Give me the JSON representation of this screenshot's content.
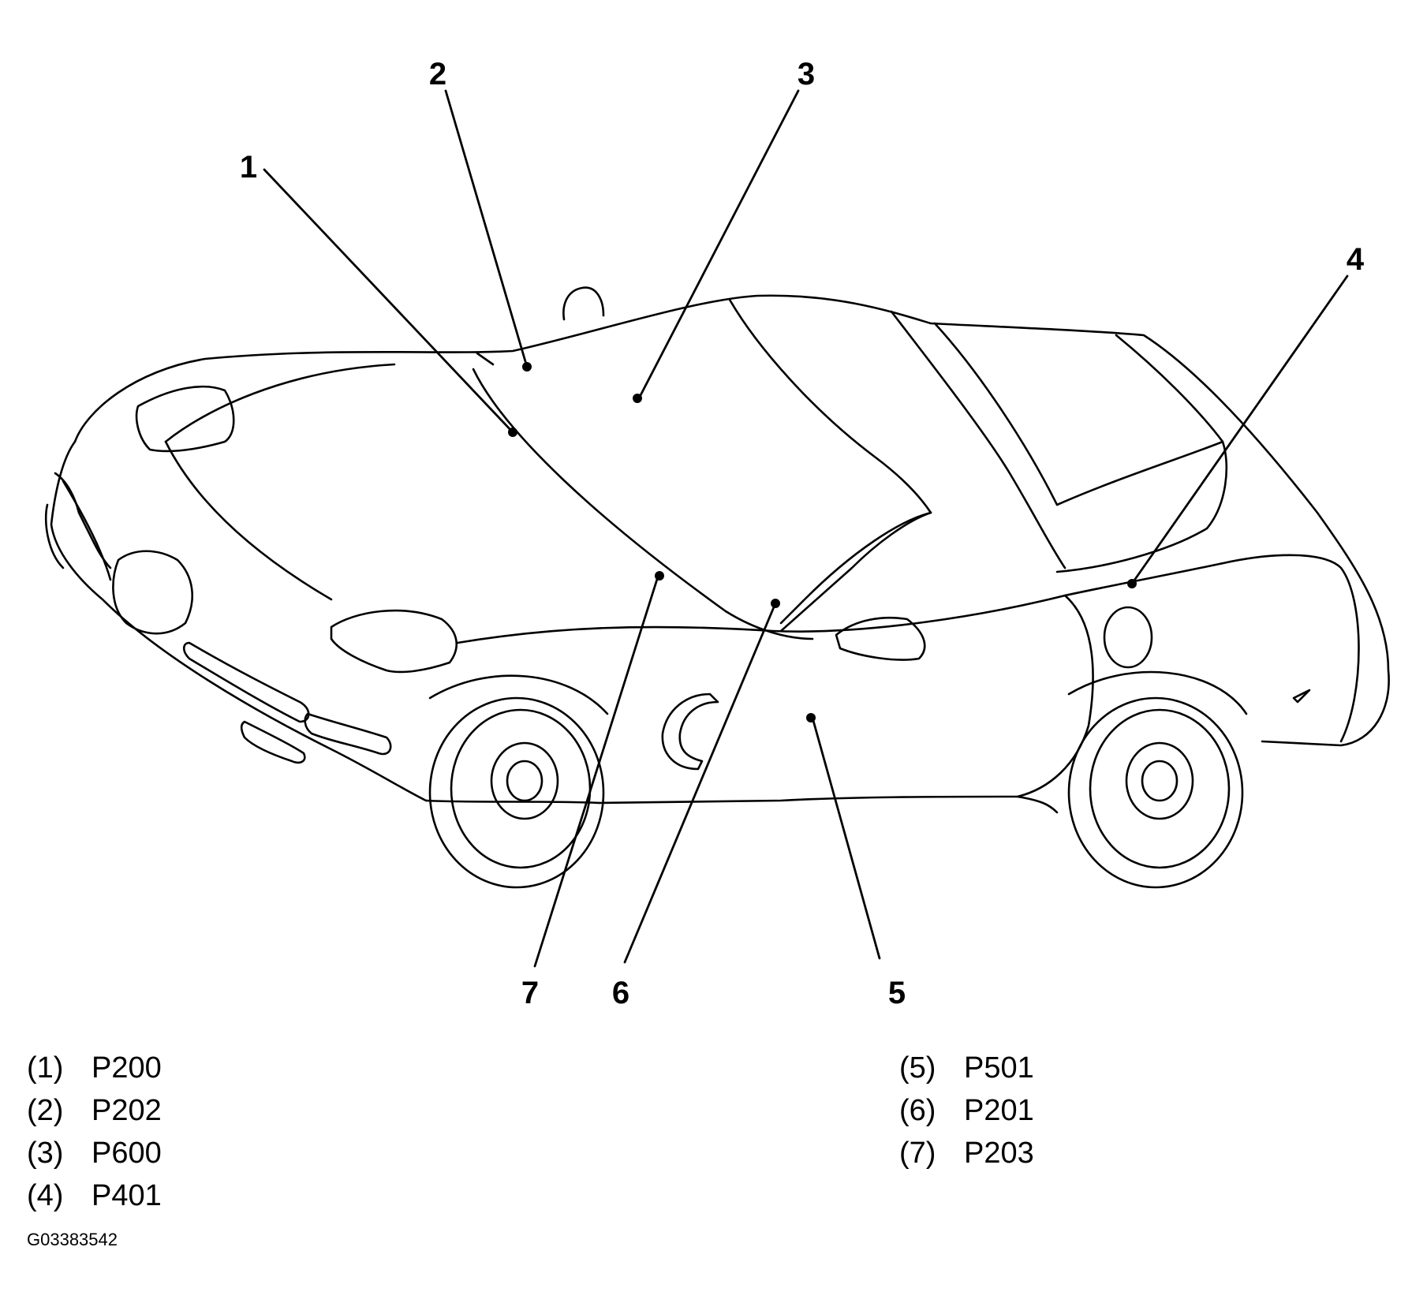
{
  "callouts": [
    {
      "number": "1"
    },
    {
      "number": "2"
    },
    {
      "number": "3"
    },
    {
      "number": "4"
    },
    {
      "number": "5"
    },
    {
      "number": "6"
    },
    {
      "number": "7"
    }
  ],
  "legend_left": [
    {
      "index": "(1)",
      "code": "P200"
    },
    {
      "index": "(2)",
      "code": "P202"
    },
    {
      "index": "(3)",
      "code": "P600"
    },
    {
      "index": "(4)",
      "code": "P401"
    }
  ],
  "legend_right": [
    {
      "index": "(5)",
      "code": "P501"
    },
    {
      "index": "(6)",
      "code": "P201"
    },
    {
      "index": "(7)",
      "code": "P203"
    }
  ],
  "figure_id": "G03383542"
}
